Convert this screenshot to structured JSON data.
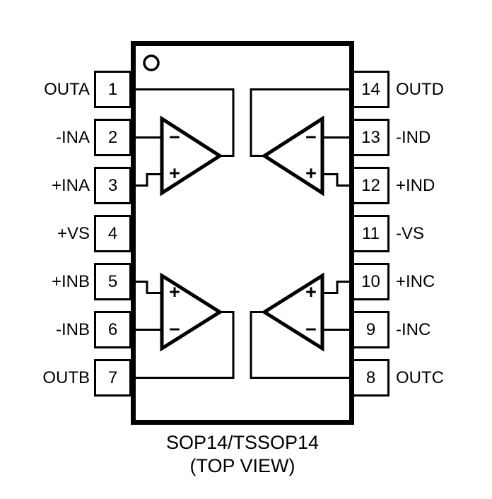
{
  "diagram": {
    "caption": {
      "line1": "SOP14/TSSOP14",
      "line2": "(TOP VIEW)"
    },
    "left_pins": [
      {
        "number": "1",
        "label": "OUTA"
      },
      {
        "number": "2",
        "label": "-INA"
      },
      {
        "number": "3",
        "label": "+INA"
      },
      {
        "number": "4",
        "label": "+VS"
      },
      {
        "number": "5",
        "label": "+INB"
      },
      {
        "number": "6",
        "label": "-INB"
      },
      {
        "number": "7",
        "label": "OUTB"
      }
    ],
    "right_pins": [
      {
        "number": "14",
        "label": "OUTD"
      },
      {
        "number": "13",
        "label": "-IND"
      },
      {
        "number": "12",
        "label": "+IND"
      },
      {
        "number": "11",
        "label": "-VS"
      },
      {
        "number": "10",
        "label": "+INC"
      },
      {
        "number": "9",
        "label": "-INC"
      },
      {
        "number": "8",
        "label": "OUTC"
      }
    ],
    "opamp_symbols": {
      "plus": "+",
      "minus": "−"
    },
    "colors": {
      "line": "#000000",
      "background": "#ffffff"
    }
  }
}
